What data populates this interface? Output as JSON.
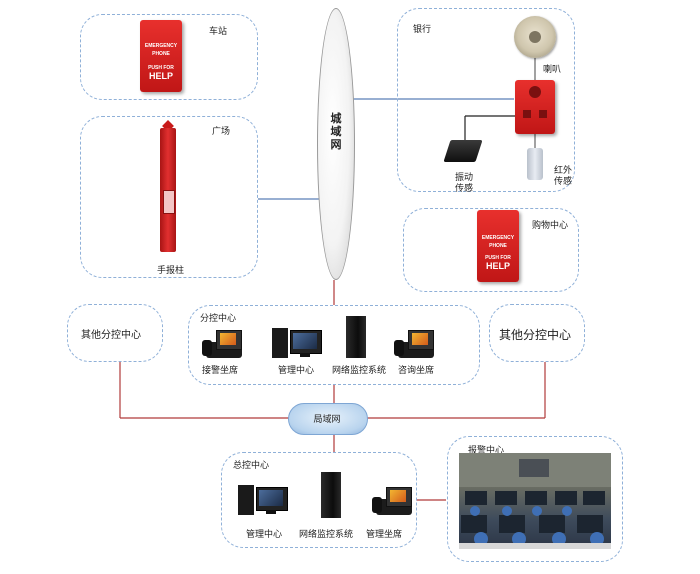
{
  "labels": {
    "station": "车站",
    "square": "广场",
    "bank": "银行",
    "speaker": "喇叭",
    "shake_sensor": "振动\n传感",
    "ir_sensor": "红外\n传感",
    "shopping": "购物中心",
    "hand_pillar": "手报柱",
    "wan": "城域网",
    "sub_center": "分控中心",
    "other_left": "其他分控中心",
    "other_right": "其他分控中心",
    "reception_seat": "接警坐席",
    "mgmt_center": "管理中心",
    "net_monitor": "网络监控系统",
    "consult_seat": "咨询坐席",
    "lan": "局域网",
    "main_center": "总控中心",
    "main_mgmt": "管理中心",
    "main_net_monitor": "网络监控系统",
    "main_seat": "管理坐席",
    "alarm_center": "报警中心"
  },
  "devices": {
    "help_panel_text": [
      "EMERGENCY",
      "PHONE",
      "PUSH FOR",
      "HELP"
    ]
  },
  "colors": {
    "link_blue": "#5b7fb6",
    "link_red": "#b03a3a",
    "panel_red": "#d42020",
    "box_border": "#8fb0d8"
  }
}
